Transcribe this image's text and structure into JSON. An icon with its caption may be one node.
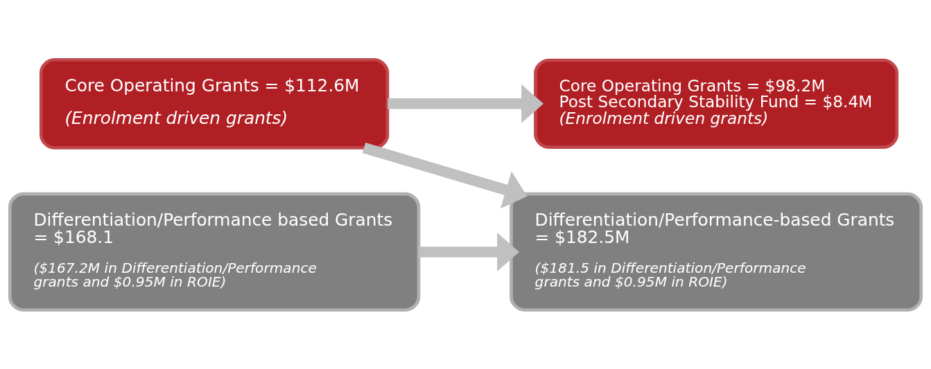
{
  "diagram": {
    "nodes": [
      {
        "text": [
          "Core Operating Grants = $112.6M",
          "(Enrolment driven grants)"
        ]
      },
      {
        "text": [
          "Core Operating Grants = $98.2M",
          "Post Secondary Stability Fund = $8.4M",
          "(Enrolment driven grants)"
        ]
      },
      {
        "text": [
          "Differentiation/Performance based Grants = $168.1",
          "($167.2M in Differentiation/Performance grants and $0.95M in ROIE)"
        ]
      },
      {
        "text": [
          "Differentiation/Performance-based Grants = $182.5M",
          "($181.5 in Differentiation/Performance grants and $0.95M in ROIE)"
        ]
      }
    ],
    "edges": [
      {
        "from": 0,
        "to": 1,
        "arrow": "to"
      },
      {
        "from": 0,
        "to": 3,
        "arrow": "to"
      },
      {
        "from": 2,
        "to": 3,
        "arrow": "to"
      }
    ]
  }
}
